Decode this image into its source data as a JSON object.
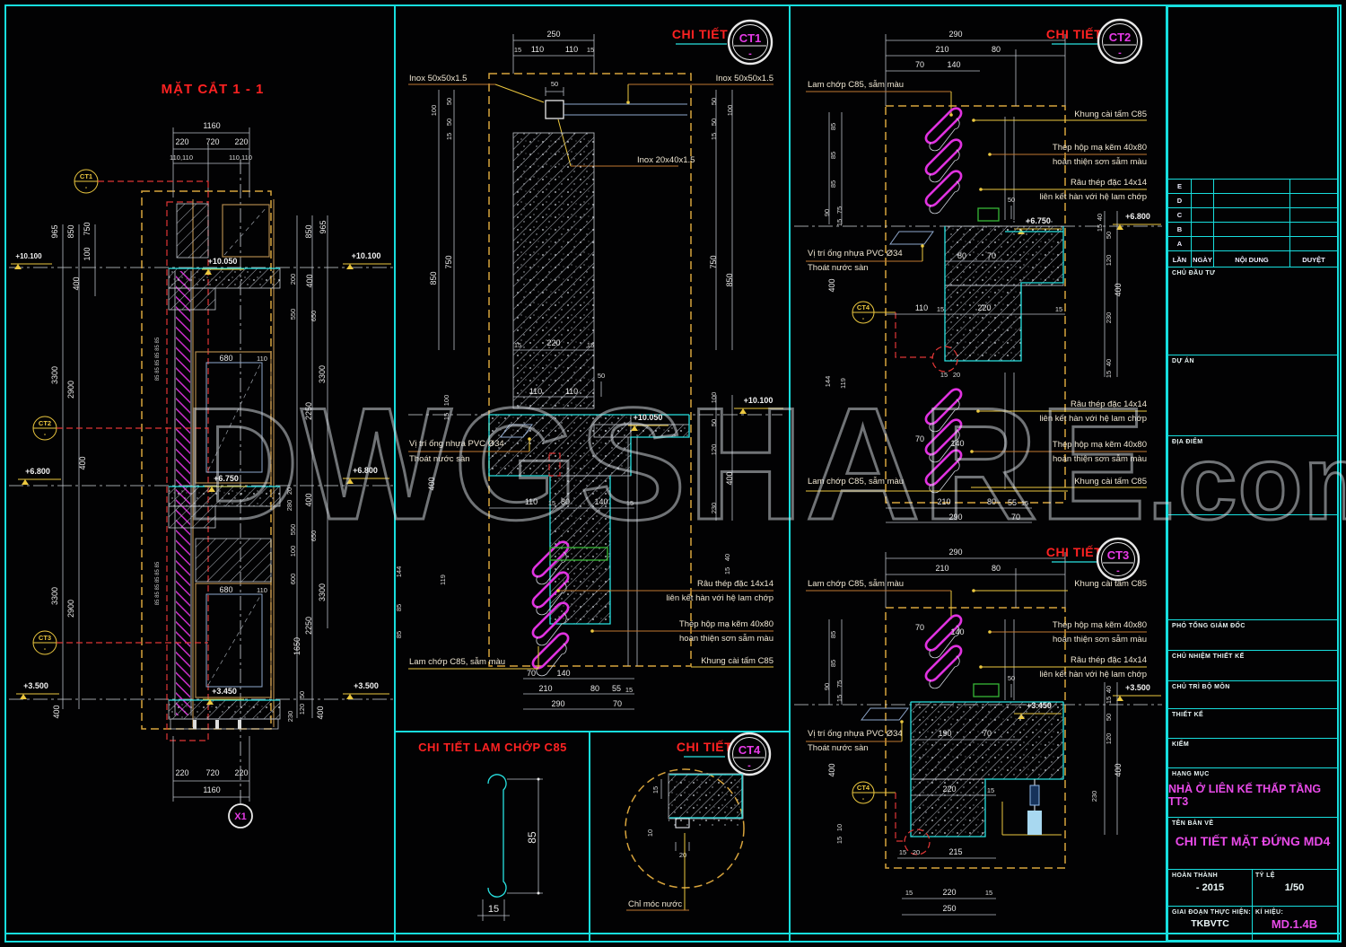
{
  "v": {
    "10": "10",
    "15": "15",
    "20": "20",
    "40": "40",
    "50": "50",
    "55": "55",
    "70": "70",
    "75": "75",
    "80": "80",
    "85": "85",
    "90": "90",
    "100": "100",
    "110": "110",
    "119": "119",
    "120": "120",
    "140": "140",
    "144": "144",
    "190": "190",
    "200": "200",
    "210": "210",
    "215": "215",
    "220": "220",
    "230": "230",
    "250": "250",
    "280": "280",
    "290": "290",
    "400": "400",
    "550": "550",
    "600": "600",
    "650": "650",
    "680": "680",
    "720": "720",
    "750": "750",
    "850": "850",
    "965": "965",
    "1160": "1160",
    "1650": "1650",
    "2250": "2250",
    "2900": "2900",
    "3300": "3300",
    "110110": "110,110",
    "85rep": "85 85 85 85 85 85"
  },
  "e": {
    "10100": "+10.100",
    "10050": "+10.050",
    "6800": "+6.800",
    "6750": "+6.750",
    "3500": "+3.500",
    "3450": "+3.450"
  },
  "n": {
    "inox5050": "Inox 50x50x1.5",
    "inox2040": "Inox 20x40x1.5",
    "pvc": "Vị trí ống nhựa PVC Ø34",
    "drain": "Thoát nước sàn",
    "rau1": "Râu thép đặc 14x14",
    "rau2": "liên kết hàn với hệ lam chớp",
    "thep1": "Thép hộp mạ kẽm 40x80",
    "thep2": "hoàn thiện sơn sẫm màu",
    "lam": "Lam chớp C85, sẫm màu",
    "khung": "Khung cài tấm C85",
    "chimoc": "Chỉ móc nước"
  },
  "m": {
    "chitiet": "CHI TIẾT",
    "ct1": "CT1",
    "ct2": "CT2",
    "ct3": "CT3",
    "ct4": "CT4",
    "x1": "X1",
    "dash": "-"
  },
  "t": {
    "matcat": "MẶT CẮT 1 - 1",
    "lamchop": "CHI TIẾT LAM CHỚP C85"
  },
  "wm": {
    "main": "DWGSHARE",
    "ext": ".com"
  },
  "tb": {
    "rev_rows": [
      "E",
      "D",
      "C",
      "B",
      "A"
    ],
    "rev_headers": [
      "LẦN",
      "NGÀY",
      "NỘI DUNG",
      "DUYỆT"
    ],
    "chudautu": "CHỦ ĐẦU TƯ",
    "duan": "DỰ ÁN",
    "diadiem": "ĐỊA ĐIỂM",
    "roles": [
      "PHÓ TỔNG GIÁM ĐỐC",
      "CHỦ NHIỆM THIẾT KẾ",
      "CHỦ TRÌ BỘ MÔN",
      "THIẾT KẾ",
      "KIỂM"
    ],
    "hangmuc_label": "HẠNG MỤC",
    "hangmuc": "NHÀ Ở LIÊN KẾ THẤP TẦNG TT3",
    "tenbanve_label": "TÊN BẢN VẼ",
    "tenbanve": "CHI TIẾT MẶT ĐỨNG MD4",
    "hoanthanh_label": "HOÀN THÀNH",
    "hoanthanh": "- 2015",
    "tyle_label": "TỶ LỆ",
    "tyle": "1/50",
    "giaidoan_label": "GIAI ĐOẠN THỰC HIỆN:",
    "giaidoan": "TKBVTC",
    "kihieu_label": "KÍ HIỆU:",
    "kihieu": "MD.1.4B"
  }
}
